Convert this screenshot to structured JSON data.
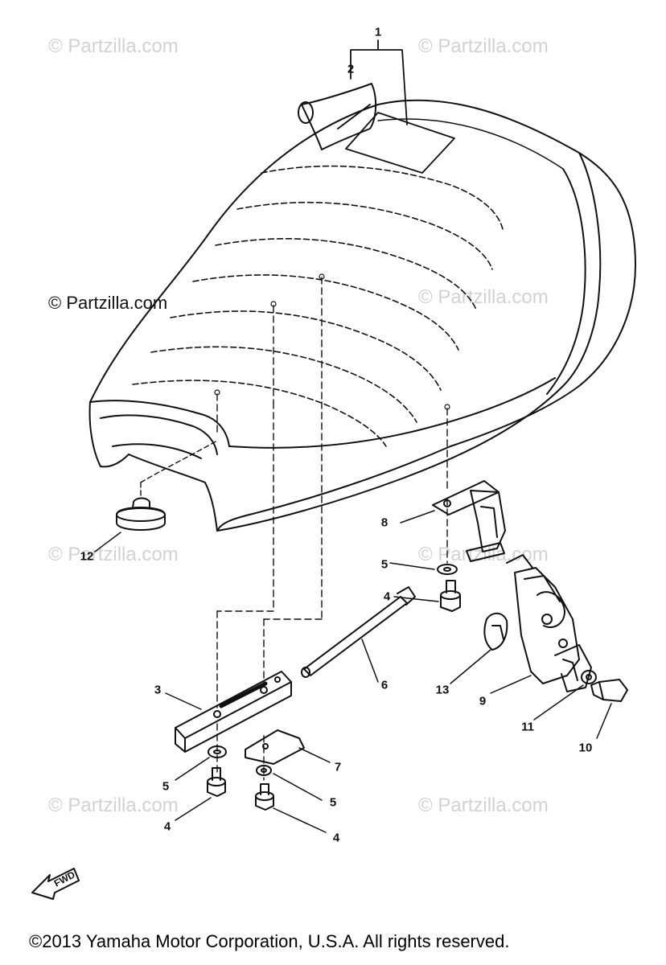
{
  "watermarks": [
    "© Partzilla.com",
    "© Partzilla.com",
    "© Partzilla.com",
    "© Partzilla.com",
    "© Partzilla.com",
    "© Partzilla.com",
    "© Partzilla.com",
    "© Partzilla.com"
  ],
  "watermark_main": "© Partzilla.com",
  "callouts": {
    "n1": "1",
    "n2": "2",
    "n3": "3",
    "n4a": "4",
    "n4b": "4",
    "n4c": "4",
    "n5a": "5",
    "n5b": "5",
    "n5c": "5",
    "n6": "6",
    "n7": "7",
    "n8": "8",
    "n9": "9",
    "n10": "10",
    "n11": "11",
    "n12": "12",
    "n13": "13"
  },
  "forward_label": "FWD",
  "copyright": "©2013 Yamaha Motor Corporation, U.S.A. All rights reserved."
}
